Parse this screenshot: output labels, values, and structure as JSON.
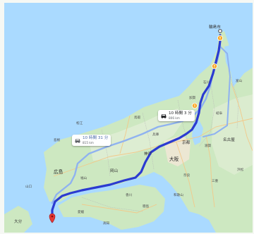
{
  "colors": {
    "water": "#aadaff",
    "land": "#cde8c1",
    "land_alt": "#e4efd9",
    "urban": "#efe7d5",
    "primary_route": "#2b3bd1",
    "alt_route": "#8fb2f0",
    "destination_pin": "#e53935"
  },
  "labels": {
    "destination_city": "輪島市",
    "ishikawa": "石川",
    "toyama": "富山",
    "kaga": "加賀",
    "fukui": "福井",
    "gifu": "岐阜",
    "matsue": "松江",
    "tottori": "鳥取",
    "okayama": "岡山",
    "kobe": "神戸",
    "kyoto": "京都",
    "osaka": "大阪",
    "nara": "奈良",
    "hiroshima": "広島",
    "kochi": "高知",
    "tokushima": "徳島",
    "wakayama": "和歌山",
    "ehime": "愛媛",
    "shimane": "島根",
    "hyogo": "兵庫",
    "shiga": "滋賀",
    "mie": "三重",
    "nagoya": "名古屋",
    "hamamatsu": "浜松",
    "oita": "大分",
    "kagawa": "香川",
    "yamaguchi": "山口",
    "fukuyama": "福山"
  },
  "routes": {
    "primary": {
      "duration": "10 時間 3 分",
      "distance": "806 km"
    },
    "alternate": {
      "duration": "10 時間 31 分",
      "distance": "815 km"
    }
  },
  "markers": {
    "origin_icon": "red-location-pin",
    "destination_icon": "small-endpoint-circle",
    "incident_icon": "orange-warning-sign"
  }
}
